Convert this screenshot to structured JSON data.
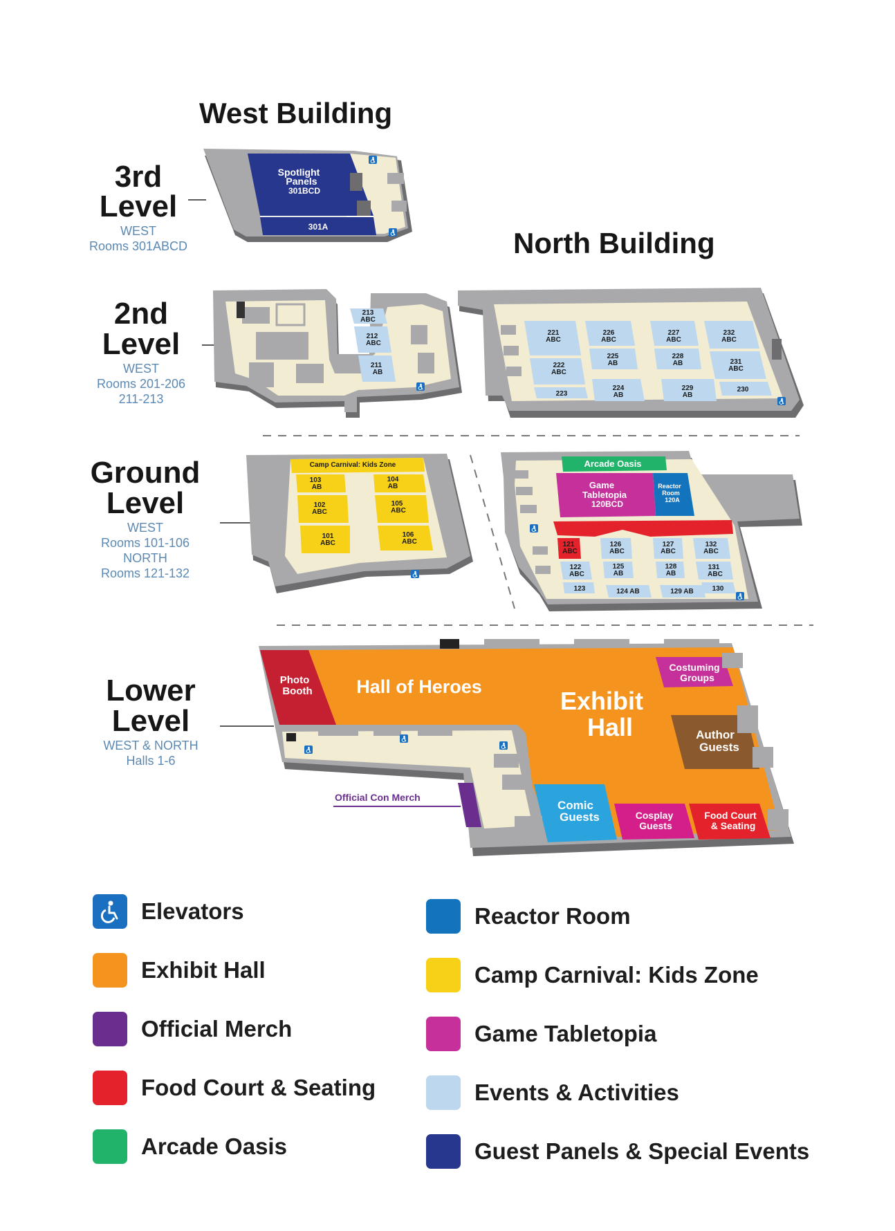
{
  "buildings": {
    "west": "West Building",
    "north": "North Building"
  },
  "levels": {
    "third": {
      "title_1": "3rd",
      "title_2": "Level",
      "sub_1": "WEST",
      "sub_2": "Rooms 301ABCD"
    },
    "second": {
      "title_1": "2nd",
      "title_2": "Level",
      "sub_1": "WEST",
      "sub_2": "Rooms 201-206",
      "sub_3": "211-213"
    },
    "ground": {
      "title_1": "Ground",
      "title_2": "Level",
      "sub_1": "WEST",
      "sub_2": "Rooms 101-106",
      "sub_3": "NORTH",
      "sub_4": "Rooms 121-132"
    },
    "lower": {
      "title_1": "Lower",
      "title_2": "Level",
      "sub_1": "WEST & NORTH",
      "sub_2": "Halls 1-6"
    }
  },
  "rooms": {
    "third": {
      "spotlight_1": "Spotlight",
      "spotlight_2": "Panels",
      "spotlight_3": "301BCD",
      "r301a": "301A"
    },
    "second_west": {
      "r213_1": "213",
      "r213_2": "ABC",
      "r212_1": "212",
      "r212_2": "ABC",
      "r211_1": "211",
      "r211_2": "AB"
    },
    "second_north": {
      "r221_1": "221",
      "r221_2": "ABC",
      "r222_1": "222",
      "r222_2": "ABC",
      "r223": "223",
      "r226_1": "226",
      "r226_2": "ABC",
      "r225_1": "225",
      "r225_2": "AB",
      "r224_1": "224",
      "r224_2": "AB",
      "r227_1": "227",
      "r227_2": "ABC",
      "r228_1": "228",
      "r228_2": "AB",
      "r229_1": "229",
      "r229_2": "AB",
      "r232_1": "232",
      "r232_2": "ABC",
      "r231_1": "231",
      "r231_2": "ABC",
      "r230": "230"
    },
    "ground_west": {
      "kids_zone": "Camp Carnival: Kids Zone",
      "r103_1": "103",
      "r103_2": "AB",
      "r102_1": "102",
      "r102_2": "ABC",
      "r101_1": "101",
      "r101_2": "ABC",
      "r104_1": "104",
      "r104_2": "AB",
      "r105_1": "105",
      "r105_2": "ABC",
      "r106_1": "106",
      "r106_2": "ABC"
    },
    "ground_north": {
      "arcade": "Arcade Oasis",
      "tabletopia_1": "Game",
      "tabletopia_2": "Tabletopia",
      "tabletopia_3": "120BCD",
      "reactor_1": "Reactor",
      "reactor_2": "Room",
      "reactor_3": "120A",
      "r121_1": "121",
      "r121_2": "ABC",
      "r122_1": "122",
      "r122_2": "ABC",
      "r123": "123",
      "r126_1": "126",
      "r126_2": "ABC",
      "r125_1": "125",
      "r125_2": "AB",
      "r124": "124 AB",
      "r127_1": "127",
      "r127_2": "ABC",
      "r128_1": "128",
      "r128_2": "AB",
      "r129": "129 AB",
      "r132_1": "132",
      "r132_2": "ABC",
      "r131_1": "131",
      "r131_2": "ABC",
      "r130": "130"
    },
    "lower": {
      "photo_1": "Photo",
      "photo_2": "Booth",
      "hall_of_heroes": "Hall of Heroes",
      "exhibit_1": "Exhibit",
      "exhibit_2": "Hall",
      "costuming_1": "Costuming",
      "costuming_2": "Groups",
      "author_1": "Author",
      "author_2": "Guests",
      "comic_1": "Comic",
      "comic_2": "Guests",
      "cosplay_1": "Cosplay",
      "cosplay_2": "Guests",
      "food_1": "Food Court",
      "food_2": "& Seating",
      "merch_callout": "Official Con Merch"
    }
  },
  "legend": {
    "left": [
      {
        "label": "Elevators",
        "color": "#1a6fc0",
        "icon": "wheelchair-accessible-icon"
      },
      {
        "label": "Exhibit Hall",
        "color": "#f4941e"
      },
      {
        "label": "Official Merch",
        "color": "#6a2e8e"
      },
      {
        "label": "Food Court & Seating",
        "color": "#e4222b"
      },
      {
        "label": "Arcade Oasis",
        "color": "#22b36b"
      }
    ],
    "right": [
      {
        "label": "Reactor Room",
        "color": "#1473bd"
      },
      {
        "label": "Camp Carnival: Kids Zone",
        "color": "#f7d117"
      },
      {
        "label": "Game Tabletopia",
        "color": "#c6309a"
      },
      {
        "label": "Events & Activities",
        "color": "#bcd7ee"
      },
      {
        "label": "Guest Panels & Special Events",
        "color": "#27378e"
      }
    ]
  },
  "colors": {
    "floor": "#f2ecd2",
    "wall": "#a9a9ab",
    "wall_dark": "#6d6d70",
    "events": "#bcd7ee",
    "exhibit": "#f4941e",
    "panels": "#27378e",
    "kids": "#f7d117",
    "tabletopia": "#c6309a",
    "reactor": "#1473bd",
    "arcade": "#22b36b",
    "food": "#e4222b",
    "merch": "#6a2e8e",
    "photo": "#c51f32",
    "comic": "#2ba3dd",
    "author": "#8a5a2e",
    "level_sub": "#5b89b4"
  }
}
